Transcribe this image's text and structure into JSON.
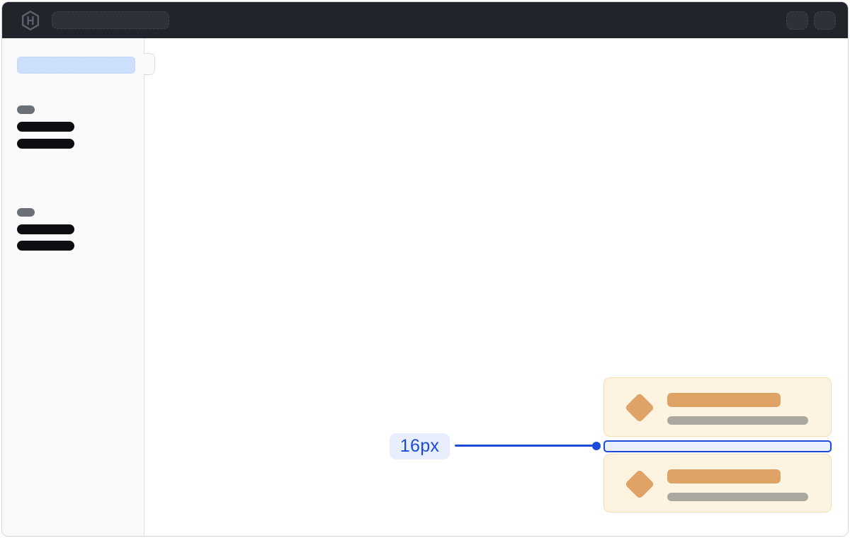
{
  "header": {
    "logo_icon": "hashicorp-logo-icon",
    "search_skeleton": {
      "type": "pill",
      "color": "#2c313a",
      "border": "dashed"
    },
    "action_skeletons": {
      "count": 2,
      "color": "#2c313a"
    }
  },
  "sidebar": {
    "active_item_skeleton": {
      "color": "#cde0fb"
    },
    "collapse_handle": true,
    "groups": [
      {
        "section_label_skeleton": {
          "color": "#6a6f78"
        },
        "item_skeletons": 2
      },
      {
        "section_label_skeleton": {
          "color": "#6a6f78"
        },
        "item_skeletons": 2
      }
    ],
    "item_skeleton_color": "#0d0e12"
  },
  "main": {
    "cards": [
      {
        "icon": "diamond-icon",
        "title_bar_color": "#dfa366",
        "subtitle_bar_color": "#aca79f"
      },
      {
        "icon": "diamond-icon",
        "title_bar_color": "#dfa366",
        "subtitle_bar_color": "#aca79f"
      }
    ],
    "card_style": {
      "background": "#fcf4e0",
      "border": "#f2dfb7"
    },
    "spacing_annotation": {
      "label": "16px",
      "accent_color": "#1a4cd9",
      "label_background": "#e8eefc",
      "gap_fill": "#e9effc"
    }
  },
  "colors": {
    "header_background": "#21242b",
    "sidebar_background": "#fafafa",
    "window_border": "#d4d6da"
  }
}
